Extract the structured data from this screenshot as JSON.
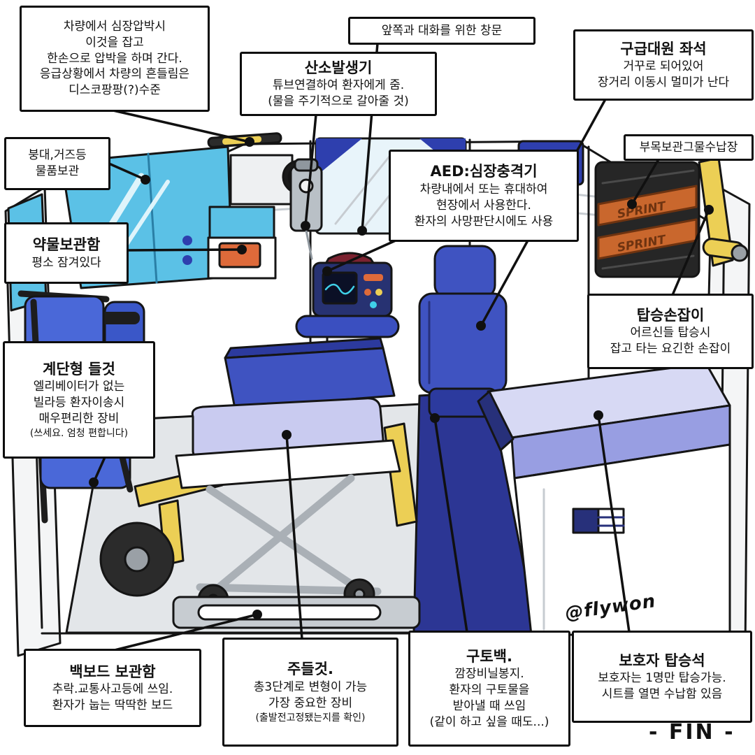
{
  "callouts": {
    "ceiling_handle": {
      "lines": [
        "차량에서 심장압박시",
        "이것을 잡고",
        "한손으로 압박을 하며 간다.",
        "응급상황에서 차량의 흔들림은",
        "디스코팡팡(?)수준"
      ]
    },
    "front_window": {
      "lines": [
        "앞쪽과 대화를 위한 창문"
      ]
    },
    "oxygen_generator": {
      "title": "산소발생기",
      "lines": [
        "튜브연결하여 환자에게 줌.",
        "(물을 주기적으로 갈아줄 것)"
      ]
    },
    "medic_seat": {
      "title": "구급대원 좌석",
      "lines": [
        "거꾸로 되어있어",
        "장거리 이동시 멀미가 난다"
      ]
    },
    "splint_net": {
      "lines": [
        "부목보관그물수납장"
      ]
    },
    "aed": {
      "title": "AED:심장충격기",
      "lines": [
        "차량내에서 또는 휴대하여",
        "현장에서 사용한다.",
        "환자의 사망판단시에도 사용"
      ]
    },
    "bandage_storage": {
      "lines": [
        "붕대,거즈등",
        "물품보관"
      ]
    },
    "medicine_cabinet": {
      "title": "약물보관함",
      "lines": [
        "평소 잠겨있다"
      ]
    },
    "stair_stretcher": {
      "title": "계단형 들것",
      "lines": [
        "엘리베이터가 없는",
        "빌라등 환자이송시",
        "매우편리한 장비"
      ],
      "note": "(쓰세요. 엄청 편합니다)"
    },
    "grab_handle": {
      "title": "탑승손잡이",
      "lines": [
        "어르신들 탑승시",
        "잡고 타는 요긴한 손잡이"
      ]
    },
    "backboard": {
      "title": "백보드 보관함",
      "lines": [
        "추락.교통사고등에 쓰임.",
        "환자가 눕는 딱딱한 보드"
      ]
    },
    "main_stretcher": {
      "title": "주들것.",
      "lines": [
        "총3단계로 변형이 가능",
        "가장 중요한 장비"
      ],
      "note": "(출발전고정됐는지를 확인)"
    },
    "vomit_bag": {
      "title": "구토백.",
      "lines": [
        "깜장비닐봉지.",
        "환자의 구토물을",
        "받아낼 때 쓰임",
        "(같이 하고 싶을 때도...)"
      ]
    },
    "guardian_seat": {
      "title": "보호자 탑승석",
      "lines": [
        "보호자는 1명만 탑승가능.",
        "시트를 열면 수납함 있음"
      ]
    }
  },
  "scene": {
    "net_strap_label": "SPRINT",
    "signature": "@flywon",
    "fin": "- FIN -"
  },
  "colors": {
    "window_blue": "#5bc1e6",
    "seat_blue": "#3f53c1",
    "navy": "#27307a",
    "bench_periwinkle": "#c9cbf0",
    "frame_yellow": "#eccf55",
    "net_orange": "#c9672d",
    "floor_navy": "#2c3694",
    "ink": "#111111"
  }
}
